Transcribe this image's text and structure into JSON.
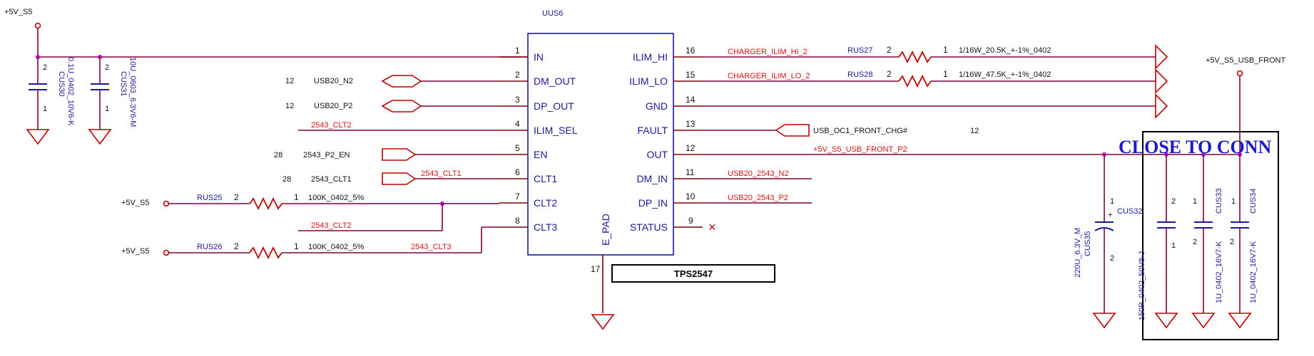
{
  "chip": {
    "ref": "UUS6",
    "part": "TPS2547",
    "left_pins": [
      {
        "num": "1",
        "name": "IN"
      },
      {
        "num": "2",
        "name": "DM_OUT"
      },
      {
        "num": "3",
        "name": "DP_OUT"
      },
      {
        "num": "4",
        "name": "ILIM_SEL"
      },
      {
        "num": "5",
        "name": "EN"
      },
      {
        "num": "6",
        "name": "CLT1"
      },
      {
        "num": "7",
        "name": "CLT2"
      },
      {
        "num": "8",
        "name": "CLT3"
      }
    ],
    "right_pins": [
      {
        "num": "16",
        "name": "ILIM_HI"
      },
      {
        "num": "15",
        "name": "ILIM_LO"
      },
      {
        "num": "14",
        "name": "GND"
      },
      {
        "num": "13",
        "name": "FAULT"
      },
      {
        "num": "12",
        "name": "OUT"
      },
      {
        "num": "11",
        "name": "DM_IN"
      },
      {
        "num": "10",
        "name": "DP_IN"
      },
      {
        "num": "9",
        "name": "STATUS"
      }
    ],
    "bottom_pin": {
      "num": "17",
      "name": "E_PAD"
    }
  },
  "power": {
    "p5v_s5": "+5V_S5",
    "p5v_usb_front": "+5V_S5_USB_FRONT"
  },
  "left_nets": {
    "usb20_n2": {
      "page": "12",
      "name": "USB20_N2"
    },
    "usb20_p2": {
      "page": "12",
      "name": "USB20_P2"
    },
    "clt2_top": "2543_CLT2",
    "en": {
      "page": "28",
      "name": "2543_P2_EN"
    },
    "clt1": {
      "page": "28",
      "name": "2543_CLT1"
    },
    "clt1_port": "2543_CLT1",
    "clt2_bottom": "2543_CLT2",
    "clt3": "2543_CLT3"
  },
  "resistors": {
    "rus25": {
      "ref": "RUS25",
      "p2": "2",
      "p1": "1",
      "value": "100K_0402_5%"
    },
    "rus26": {
      "ref": "RUS26",
      "p2": "2",
      "p1": "1",
      "value": "100K_0402_5%"
    },
    "rus27": {
      "ref": "RUS27",
      "p2": "2",
      "p1": "1",
      "value": "1/16W_20.5K_+-1%_0402"
    },
    "rus28": {
      "ref": "RUS28",
      "p2": "2",
      "p1": "1",
      "value": "1/16W_47.5K_+-1%_0402"
    }
  },
  "right_nets": {
    "ilim_hi": "CHARGER_ILIM_HI_2",
    "ilim_lo": "CHARGER_ILIM_LO_2",
    "fault": {
      "name": "USB_OC1_FRONT_CHG#",
      "page": "12"
    },
    "out": "+5V_S5_USB_FRONT_P2",
    "dm_in": "USB20_2543_N2",
    "dp_in": "USB20_2543_P2"
  },
  "capacitors": {
    "cus30": {
      "ref": "CUS30",
      "value": "0.1U_0402_10V6-K",
      "p1": "1",
      "p2": "2"
    },
    "cus31": {
      "ref": "CUS31",
      "value": "10U_0603_6.3V6-M",
      "p1": "1",
      "p2": "2"
    },
    "cus35": {
      "ref": "CUS35",
      "value": "220U_6.3V_M",
      "p1": "1",
      "p2": "2",
      "polarity": "+"
    },
    "cus32": {
      "ref": "CUS32",
      "value": "150P_0402_50V8-J",
      "p1": "1",
      "p2": "2"
    },
    "cus33": {
      "ref": "CUS33",
      "value": "1U_0402_16V7-K",
      "p1": "1",
      "p2": "2"
    },
    "cus34": {
      "ref": "CUS34",
      "value": "1U_0402_16V7-K",
      "p1": "1",
      "p2": "2"
    }
  },
  "no_connect_glyph": "×",
  "note": "CLOSE TO CONN",
  "colors": {
    "wire": "#800040",
    "net_red": "#e01010",
    "chip": "#1a1a9a",
    "note": "#1a1acc"
  }
}
